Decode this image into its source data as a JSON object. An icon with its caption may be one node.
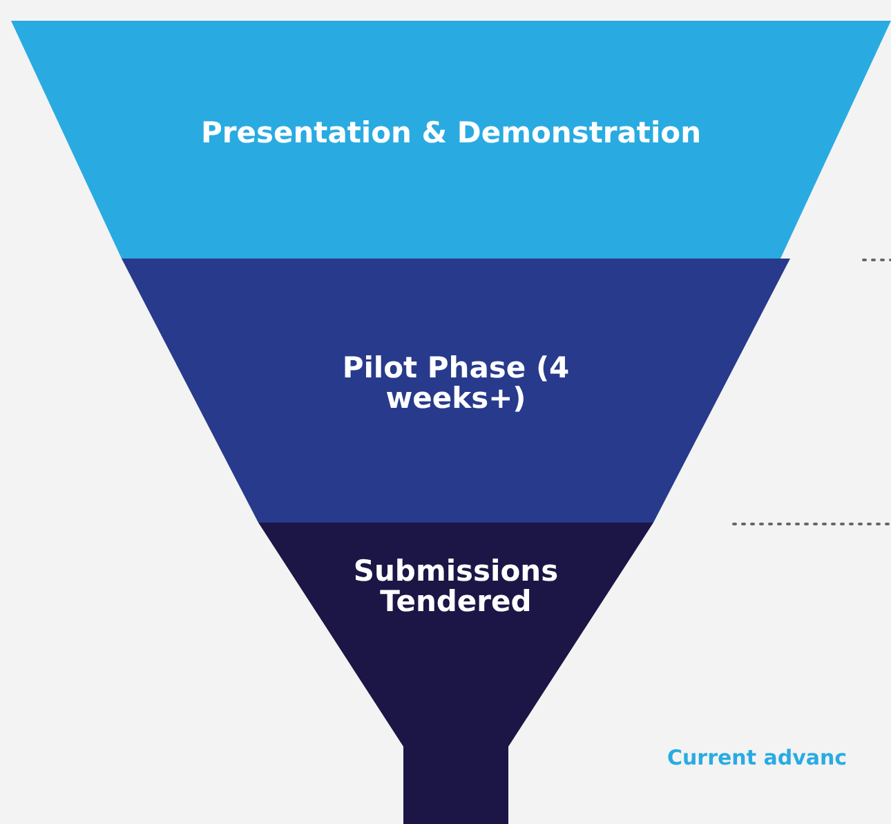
{
  "diagram": {
    "nodes": [
      {
        "text": [
          "Presentation & Demonstration"
        ]
      },
      {
        "text": [
          "Pilot Phase (4 weeks+)"
        ]
      },
      {
        "text": [
          "Submissions Tendered"
        ]
      }
    ],
    "labels": [
      "Current advanc"
    ]
  }
}
